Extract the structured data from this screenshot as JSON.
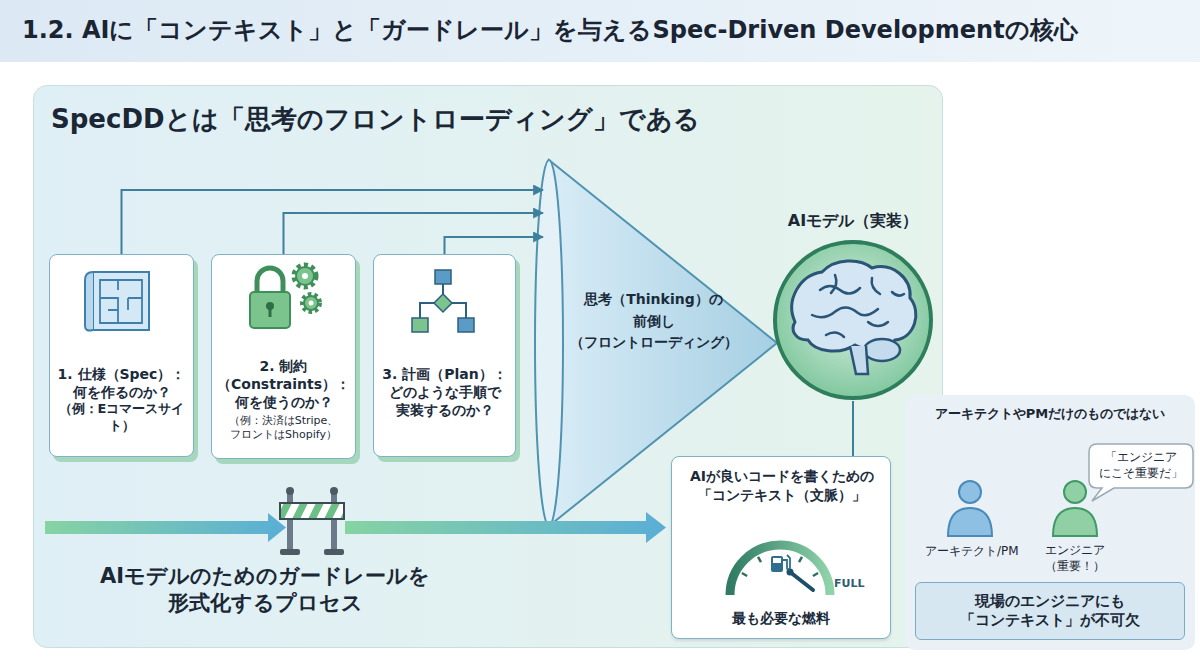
{
  "diagram": {
    "title": "1.2. AIに「コンテキスト」と「ガードレール」を与えるSpec-Driven Developmentの核心",
    "nodes": [
      {
        "text": [
          "SpecDDとは「思考のフロントローディング」である"
        ]
      },
      {
        "text": [
          "1. 仕様（Spec）： 何を作るのか？",
          "（例：Eコマースサイト）"
        ],
        "in": 0
      },
      {
        "text": [
          "2. 制約 （Constraints）： 何を使うのか？",
          "（例：決済はStripe、 フロントはShopify）"
        ],
        "in": 0
      },
      {
        "text": [
          "3. 計画（Plan）： どのような手順で 実装するのか？"
        ],
        "in": 0
      },
      {
        "text": [
          "思考（Thinking）の 前倒し （フロントローディング）"
        ],
        "in": 0
      },
      {
        "text": [
          "AIモデル（実装）"
        ],
        "in": 0
      },
      {
        "text": [
          "AIが良いコードを書くための 「コンテキスト（文脈）」",
          "最も必要な燃料"
        ],
        "in": 0
      },
      {
        "text": [
          "アーキテクトやPMだけのものではない"
        ]
      },
      {
        "text": [
          "「エンジニア にこそ重要だ」"
        ],
        "in": 7
      },
      {
        "text": [
          "現場のエンジニアにも 「コンテキスト」が不可欠"
        ],
        "in": 7
      }
    ],
    "edges": [
      {
        "from": 1,
        "to": 4,
        "arrow": "to"
      },
      {
        "from": 2,
        "to": 4,
        "arrow": "to"
      },
      {
        "from": 3,
        "to": 4,
        "arrow": "to"
      },
      {
        "from": 5,
        "to": 6,
        "arrow": "none"
      }
    ],
    "labels": [
      "AIモデルのためのガードレールを 形式化するプロセス",
      "FULL",
      "アーキテクト/PM",
      "エンジニア （重要！）"
    ]
  }
}
